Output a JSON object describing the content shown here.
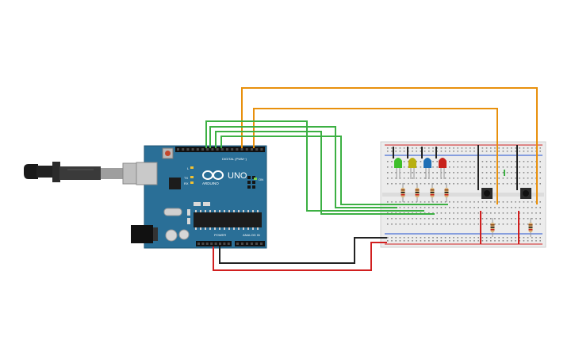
{
  "arduino": {
    "model_label": "UNO",
    "brand_label": "ARDUINO",
    "digital_header_label": "DIGITAL (PWM~)",
    "power_label": "POWER",
    "analog_label": "ANALOG IN",
    "on_label": "ON",
    "tx_label": "TX",
    "rx_label": "RX",
    "l_label": "L"
  },
  "components": {
    "leds": [
      "green",
      "yellow",
      "blue",
      "red"
    ],
    "resistor_count": 6,
    "pushbutton_count": 2
  },
  "colors": {
    "board": "#2a6f97",
    "breadboard": "#ececec",
    "wire_green": "#3cb043",
    "wire_orange": "#e8900c",
    "wire_red": "#d11f1f",
    "wire_black": "#222222",
    "led_green": "#3fbf2a",
    "led_yellow": "#b8b010",
    "led_blue": "#1f6fb5",
    "led_red": "#c8221b"
  }
}
